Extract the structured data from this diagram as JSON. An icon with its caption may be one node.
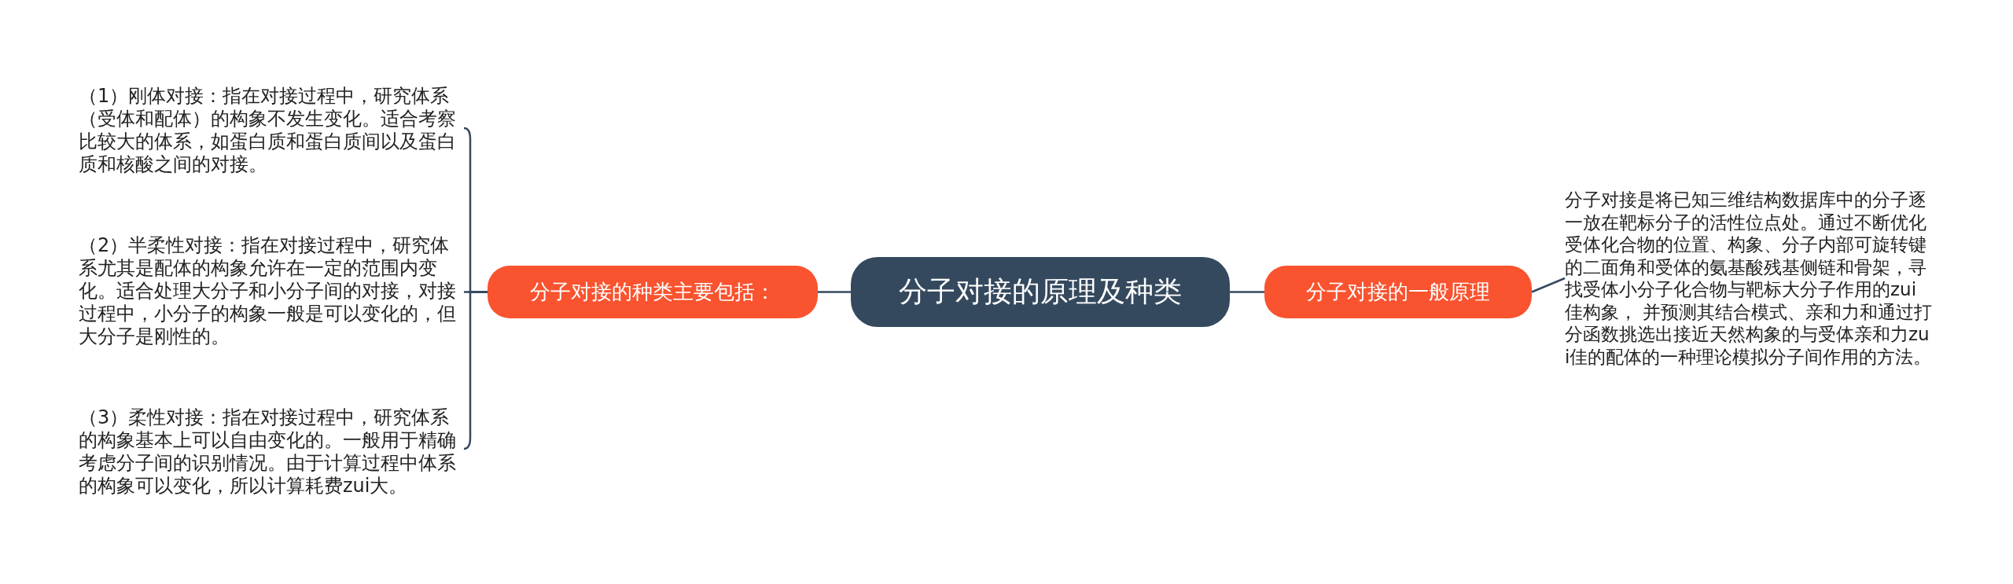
{
  "diagram": {
    "nodes": [
      {
        "text": [
          "分子对接的原理及种类"
        ]
      },
      {
        "text": [
          "分子对接的种类主要包括："
        ]
      },
      {
        "text": [
          "分子对接的一般原理"
        ]
      },
      {
        "text": [
          "（1）刚体对接：指在对接过程中，研究体系（受体和配体）的构象不发生变化。适合考察比较大的体系，如蛋白质和蛋白质间以及蛋白质和核酸之间的对接。"
        ]
      },
      {
        "text": [
          "（2）半柔性对接：指在对接过程中，研究体系尤其是配体的构象允许在一定的范围内变化。适合处理大分子和小分子间的对接，对接过程中，小分子的构象一般是可以变化的，但大分子是刚性的。"
        ]
      },
      {
        "text": [
          "（3）柔性对接：指在对接过程中，研究体系的构象基本上可以自由变化的。一般用于精确考虑分子间的识别情况。由于计算过程中体系的构象可以变化，所以计算耗费zui大。"
        ]
      },
      {
        "text": [
          "分子对接是将已知三维结构数据库中的分子逐一放在靶标分子的活性位点处。通过不断优化受体化合物的位置、构象、分子内部可旋转键的二面角和受体的氨基酸残基侧链和骨架，寻找受体小分子化合物与靶标大分子作用的zui佳构象， 并预测其结合模式、亲和力和通过打分函数挑选出接近天然构象的与受体亲和力zui佳的配体的一种理论模拟分子间作用的方法。"
        ]
      }
    ],
    "edges": [
      {
        "from": 0,
        "to": 1,
        "arrow": "none"
      },
      {
        "from": 0,
        "to": 2,
        "arrow": "none"
      },
      {
        "from": 1,
        "to": 3,
        "arrow": "none"
      },
      {
        "from": 1,
        "to": 4,
        "arrow": "none"
      },
      {
        "from": 1,
        "to": 5,
        "arrow": "none"
      },
      {
        "from": 2,
        "to": 6,
        "arrow": "none"
      }
    ]
  }
}
